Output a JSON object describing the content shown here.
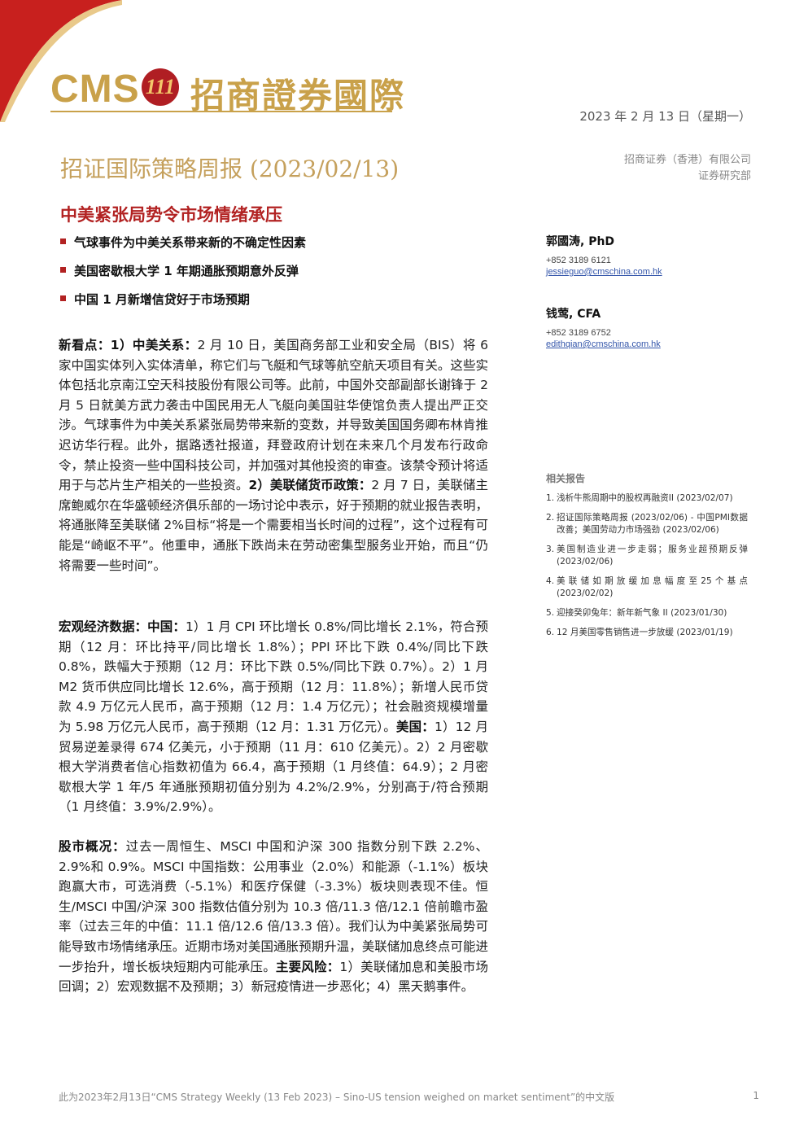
{
  "header": {
    "logo_cms": "CMS",
    "logo_badge": "111",
    "logo_cn": "招商證券國際",
    "date": "2023 年 2 月 13 日（星期一）",
    "brand_colors": {
      "gold": "#c9a14a",
      "red": "#b01e23"
    }
  },
  "title": {
    "main": "招证国际策略周报 (2023/02/13)",
    "sub": "中美紧张局势令市场情绪承压"
  },
  "company": {
    "line1": "招商证券（香港）有限公司",
    "line2": "证券研究部"
  },
  "bullets": [
    "气球事件为中美关系带来新的不确定性因素",
    "美国密歇根大学 1 年期通胀预期意外反弹",
    "中国 1 月新增信贷好于市场预期"
  ],
  "paragraphs": {
    "p1_label1": "新看点：1）中美关系：",
    "p1_text1": "2 月 10 日，美国商务部工业和安全局（BIS）将 6 家中国实体列入实体清单，称它们与飞艇和气球等航空航天项目有关。这些实体包括北京南江空天科技股份有限公司等。此前，中国外交部副部长谢锋于 2 月 5 日就美方武力袭击中国民用无人飞艇向美国驻华使馆负责人提出严正交涉。气球事件为中美关系紧张局势带来新的变数，并导致美国国务卿布林肯推迟访华行程。此外，据路透社报道，拜登政府计划在未来几个月发布行政命令，禁止投资一些中国科技公司，并加强对其他投资的审查。该禁令预计将适用于与芯片生产相关的一些投资。",
    "p1_label2": "2）美联储货币政策：",
    "p1_text2": "2 月 7 日，美联储主席鲍威尔在华盛顿经济俱乐部的一场讨论中表示，好于预期的就业报告表明，将通胀降至美联储 2%目标“将是一个需要相当长时间的过程”，这个过程有可能是“崎岖不平”。他重申，通胀下跌尚未在劳动密集型服务业开始，而且“仍将需要一些时间”。",
    "p2_label1": "宏观经济数据：中国：",
    "p2_text1": "1）1 月 CPI 环比增长 0.8%/同比增长 2.1%，符合预期（12 月：环比持平/同比增长 1.8%）；PPI 环比下跌 0.4%/同比下跌 0.8%，跌幅大于预期（12 月：环比下跌 0.5%/同比下跌 0.7%）。2）1 月 M2 货币供应同比增长 12.6%，高于预期（12 月：11.8%）；新增人民币贷款 4.9 万亿元人民币，高于预期（12 月：1.4 万亿元）；社会融资规模增量为 5.98 万亿元人民币，高于预期（12 月：1.31 万亿元）。",
    "p2_label2": "美国：",
    "p2_text2": "1）12 月贸易逆差录得 674 亿美元，小于预期（11 月：610 亿美元）。2）2 月密歇根大学消费者信心指数初值为 66.4，高于预期（1 月终值：64.9）；2 月密歇根大学 1 年/5 年通胀预期初值分别为 4.2%/2.9%，分别高于/符合预期（1 月终值：3.9%/2.9%）。",
    "p3_label1": "股市概况：",
    "p3_text1": "过去一周恒生、MSCI 中国和沪深 300 指数分别下跌 2.2%、2.9%和 0.9%。MSCI 中国指数：公用事业（2.0%）和能源（-1.1%）板块跑赢大市，可选消费（-5.1%）和医疗保健（-3.3%）板块则表现不佳。恒生/MSCI 中国/沪深 300 指数估值分别为 10.3 倍/11.3 倍/12.1 倍前瞻市盈率（过去三年的中值：11.1 倍/12.6 倍/13.3 倍）。我们认为中美紧张局势可能导致市场情绪承压。近期市场对美国通胀预期升温，美联储加息终点可能进一步抬升，增长板块短期内可能承压。",
    "p3_label2": "主要风险：",
    "p3_text2": "1）美联储加息和美股市场回调；2）宏观数据不及预期；3）新冠疫情进一步恶化；4）黑天鹅事件。"
  },
  "analysts": [
    {
      "name": "郭國涛, PhD",
      "phone": "+852 3189 6121",
      "email": "jessieguo@cmschina.com.hk"
    },
    {
      "name": "钱莺, CFA",
      "phone": "+852 3189 6752",
      "email": "edithqian@cmschina.com.hk"
    }
  ],
  "related": {
    "heading": "相关报告",
    "items": [
      {
        "num": "1.",
        "text": "浅析牛熊周期中的股权再融资II (2023/02/07)"
      },
      {
        "num": "2.",
        "text": "招证国际策略周报 (2023/02/06) - 中国PMI数据改善；美国劳动力市场强劲 (2023/02/06)"
      },
      {
        "num": "3.",
        "text": "美国制造业进一步走弱；服务业超预期反弹 (2023/02/06)"
      },
      {
        "num": "4.",
        "text": "美联储如期放缓加息幅度至25个基点 (2023/02/02)"
      },
      {
        "num": "5.",
        "text": "迎接癸卯兔年：新年新气象 II (2023/01/30)"
      },
      {
        "num": "6.",
        "text": "12 月美国零售销售进一步放缓 (2023/01/19)"
      }
    ]
  },
  "footer": {
    "text": "此为2023年2月13日“CMS Strategy Weekly (13 Feb 2023) – Sino-US tension weighed on market sentiment”的中文版",
    "page": "1"
  }
}
